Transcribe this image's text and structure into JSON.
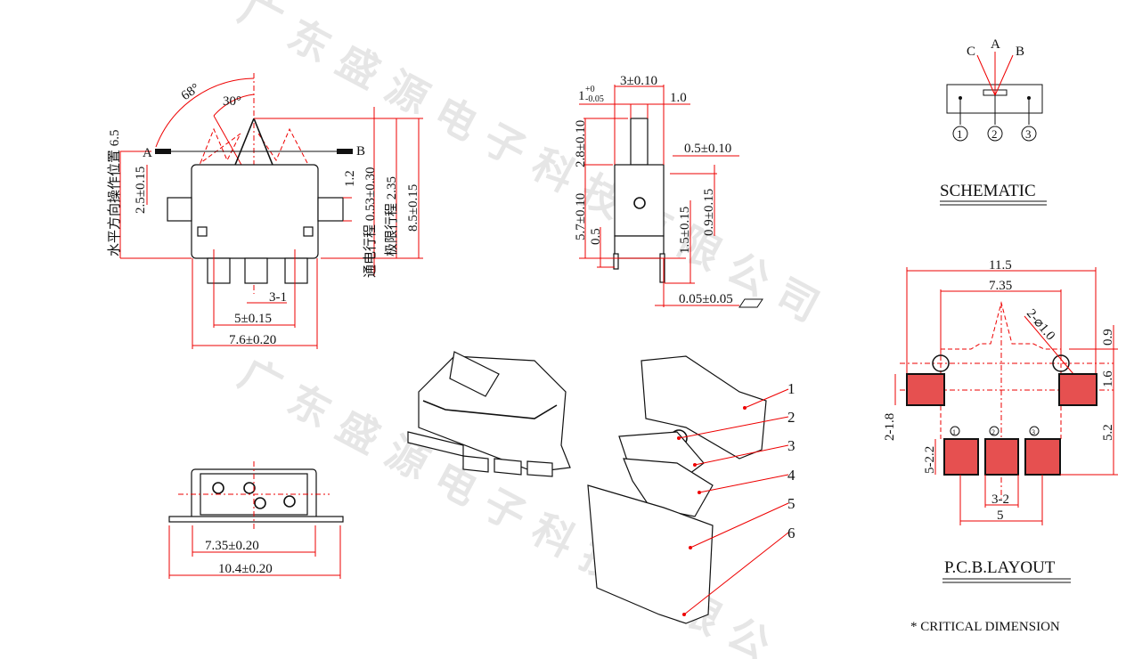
{
  "watermark": {
    "row1": "广 东 盛 源 电 子 科 技 有 限 公 司",
    "row2": "广 东 盛 源 电 子 科 技 有 限 公"
  },
  "front_view": {
    "angle_outer": "68°",
    "angle_inner": "30°",
    "label_a": "A",
    "label_b": "B",
    "horizontal_position": "水平方向操作位置 6.5",
    "dim_2_5": "2.5±0.15",
    "dim_1_2": "1.2",
    "conduction_travel": "通电行程 0.53±0.30",
    "limit_travel": "极限行程 2.35",
    "dim_8_5": "8.5±0.15",
    "dim_3_1": "3-1",
    "dim_5": "5±0.15",
    "dim_7_6": "7.6±0.20"
  },
  "side_view": {
    "dim_3": "3±0.10",
    "dim_1": "1",
    "dim_1_tol_upper": "+0",
    "dim_1_tol_lower": "-0.05",
    "dim_1_0": "1.0",
    "dim_2_8": "2.8±0.10",
    "dim_5_7": "5.7±0.10",
    "dim_0_5": "0.5",
    "dim_0_5_tol": "0.5±0.10",
    "dim_0_9": "0.9±0.15",
    "dim_1_5": "1.5±0.15",
    "flatness": "0.05±0.05"
  },
  "bottom_view": {
    "dim_7_35": "7.35±0.20",
    "dim_10_4": "10.4±0.20"
  },
  "schematic": {
    "title": "SCHEMATIC",
    "label_c": "C",
    "label_a": "A",
    "label_b": "B",
    "pins": [
      "1",
      "2",
      "3"
    ]
  },
  "pcb": {
    "title": "P.C.B.LAYOUT",
    "dim_11_5": "11.5",
    "dim_7_35": "7.35",
    "hole": "2-⌀1.0",
    "dim_0_9": "0.9",
    "dim_1_6": "1.6",
    "dim_5_2": "5.2",
    "dim_2_1_8": "2-1.8",
    "dim_5_2_2": "5-2.2",
    "dim_3_2": "3-2",
    "dim_5": "5",
    "pads": [
      "1",
      "2",
      "3"
    ],
    "pad_color": "#e65050"
  },
  "exploded_callouts": [
    "1",
    "2",
    "3",
    "4",
    "5",
    "6"
  ],
  "note": "* CRITICAL  DIMENSION"
}
